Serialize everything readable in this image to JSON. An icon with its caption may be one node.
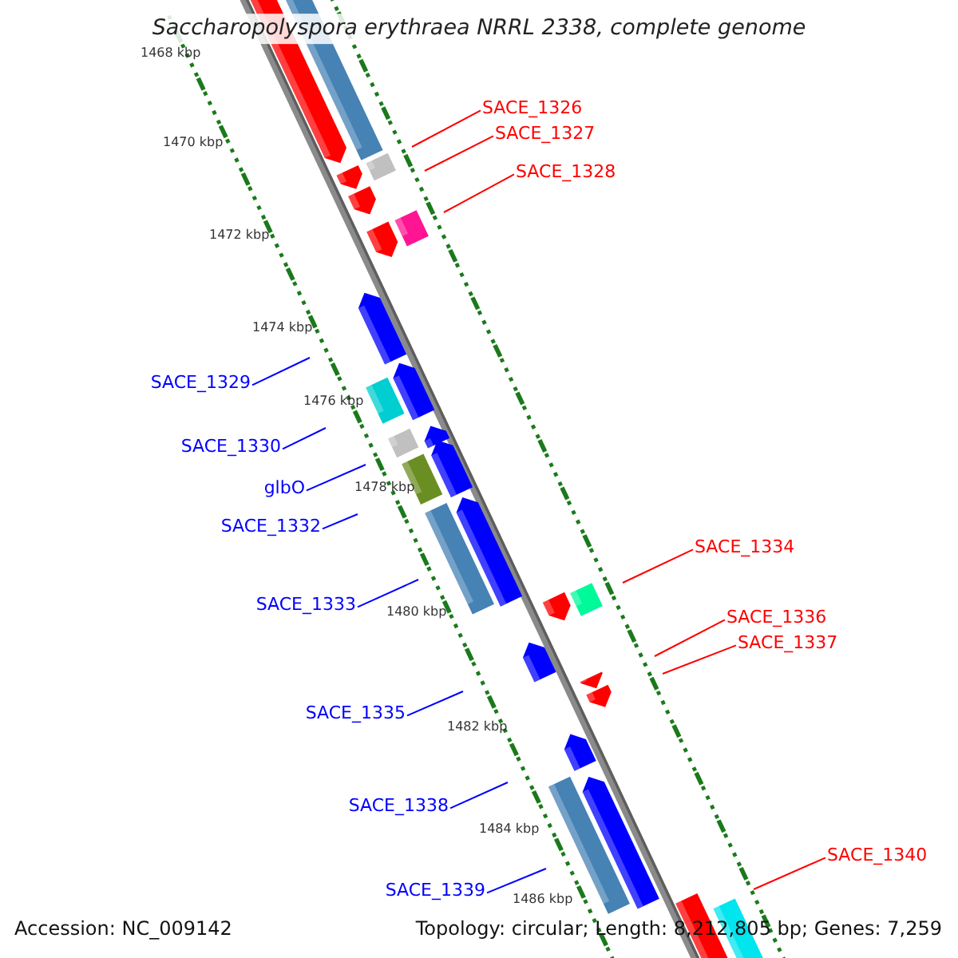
{
  "diagram": {
    "title": "Saccharopolyspora erythraea NRRL 2338, complete genome",
    "nodes": [
      {
        "text": [
          "SACE_1326"
        ]
      },
      {
        "text": [
          "SACE_1327"
        ]
      },
      {
        "text": [
          "SACE_1328"
        ]
      },
      {
        "text": [
          "SACE_1329"
        ]
      },
      {
        "text": [
          "SACE_1330"
        ]
      },
      {
        "text": [
          "glbO"
        ]
      },
      {
        "text": [
          "SACE_1332"
        ]
      },
      {
        "text": [
          "SACE_1333"
        ]
      },
      {
        "text": [
          "SACE_1334"
        ]
      },
      {
        "text": [
          "SACE_1335"
        ]
      },
      {
        "text": [
          "SACE_1336"
        ]
      },
      {
        "text": [
          "SACE_1337"
        ]
      },
      {
        "text": [
          "SACE_1338"
        ]
      },
      {
        "text": [
          "SACE_1339"
        ]
      },
      {
        "text": [
          "SACE_1340"
        ]
      }
    ],
    "edges": [
      {
        "from": 0,
        "to": null,
        "arrow": "none",
        "color": "#ff0000"
      },
      {
        "from": 1,
        "to": null,
        "arrow": "none",
        "color": "#ff0000"
      },
      {
        "from": 2,
        "to": null,
        "arrow": "none",
        "color": "#ff0000"
      },
      {
        "from": 3,
        "to": null,
        "arrow": "none",
        "color": "#0000ff"
      },
      {
        "from": 4,
        "to": null,
        "arrow": "none",
        "color": "#0000ff"
      },
      {
        "from": 5,
        "to": null,
        "arrow": "none",
        "color": "#0000ff"
      },
      {
        "from": 6,
        "to": null,
        "arrow": "none",
        "color": "#0000ff"
      },
      {
        "from": 7,
        "to": null,
        "arrow": "none",
        "color": "#0000ff"
      },
      {
        "from": 8,
        "to": null,
        "arrow": "none",
        "color": "#ff0000"
      },
      {
        "from": 9,
        "to": null,
        "arrow": "none",
        "color": "#0000ff"
      },
      {
        "from": 10,
        "to": null,
        "arrow": "none",
        "color": "#ff0000"
      },
      {
        "from": 11,
        "to": null,
        "arrow": "none",
        "color": "#ff0000"
      },
      {
        "from": 12,
        "to": null,
        "arrow": "none",
        "color": "#0000ff"
      },
      {
        "from": 13,
        "to": null,
        "arrow": "none",
        "color": "#0000ff"
      },
      {
        "from": 14,
        "to": null,
        "arrow": "none",
        "color": "#ff0000"
      }
    ],
    "labels": [
      "1468 kbp",
      "1470 kbp",
      "1472 kbp",
      "1474 kbp",
      "1476 kbp",
      "1478 kbp",
      "1480 kbp",
      "1482 kbp",
      "1484 kbp",
      "1486 kbp",
      "Accession: NC_009142",
      "Topology: circular; Length: 8,212,805 bp; Genes: 7,259"
    ]
  }
}
